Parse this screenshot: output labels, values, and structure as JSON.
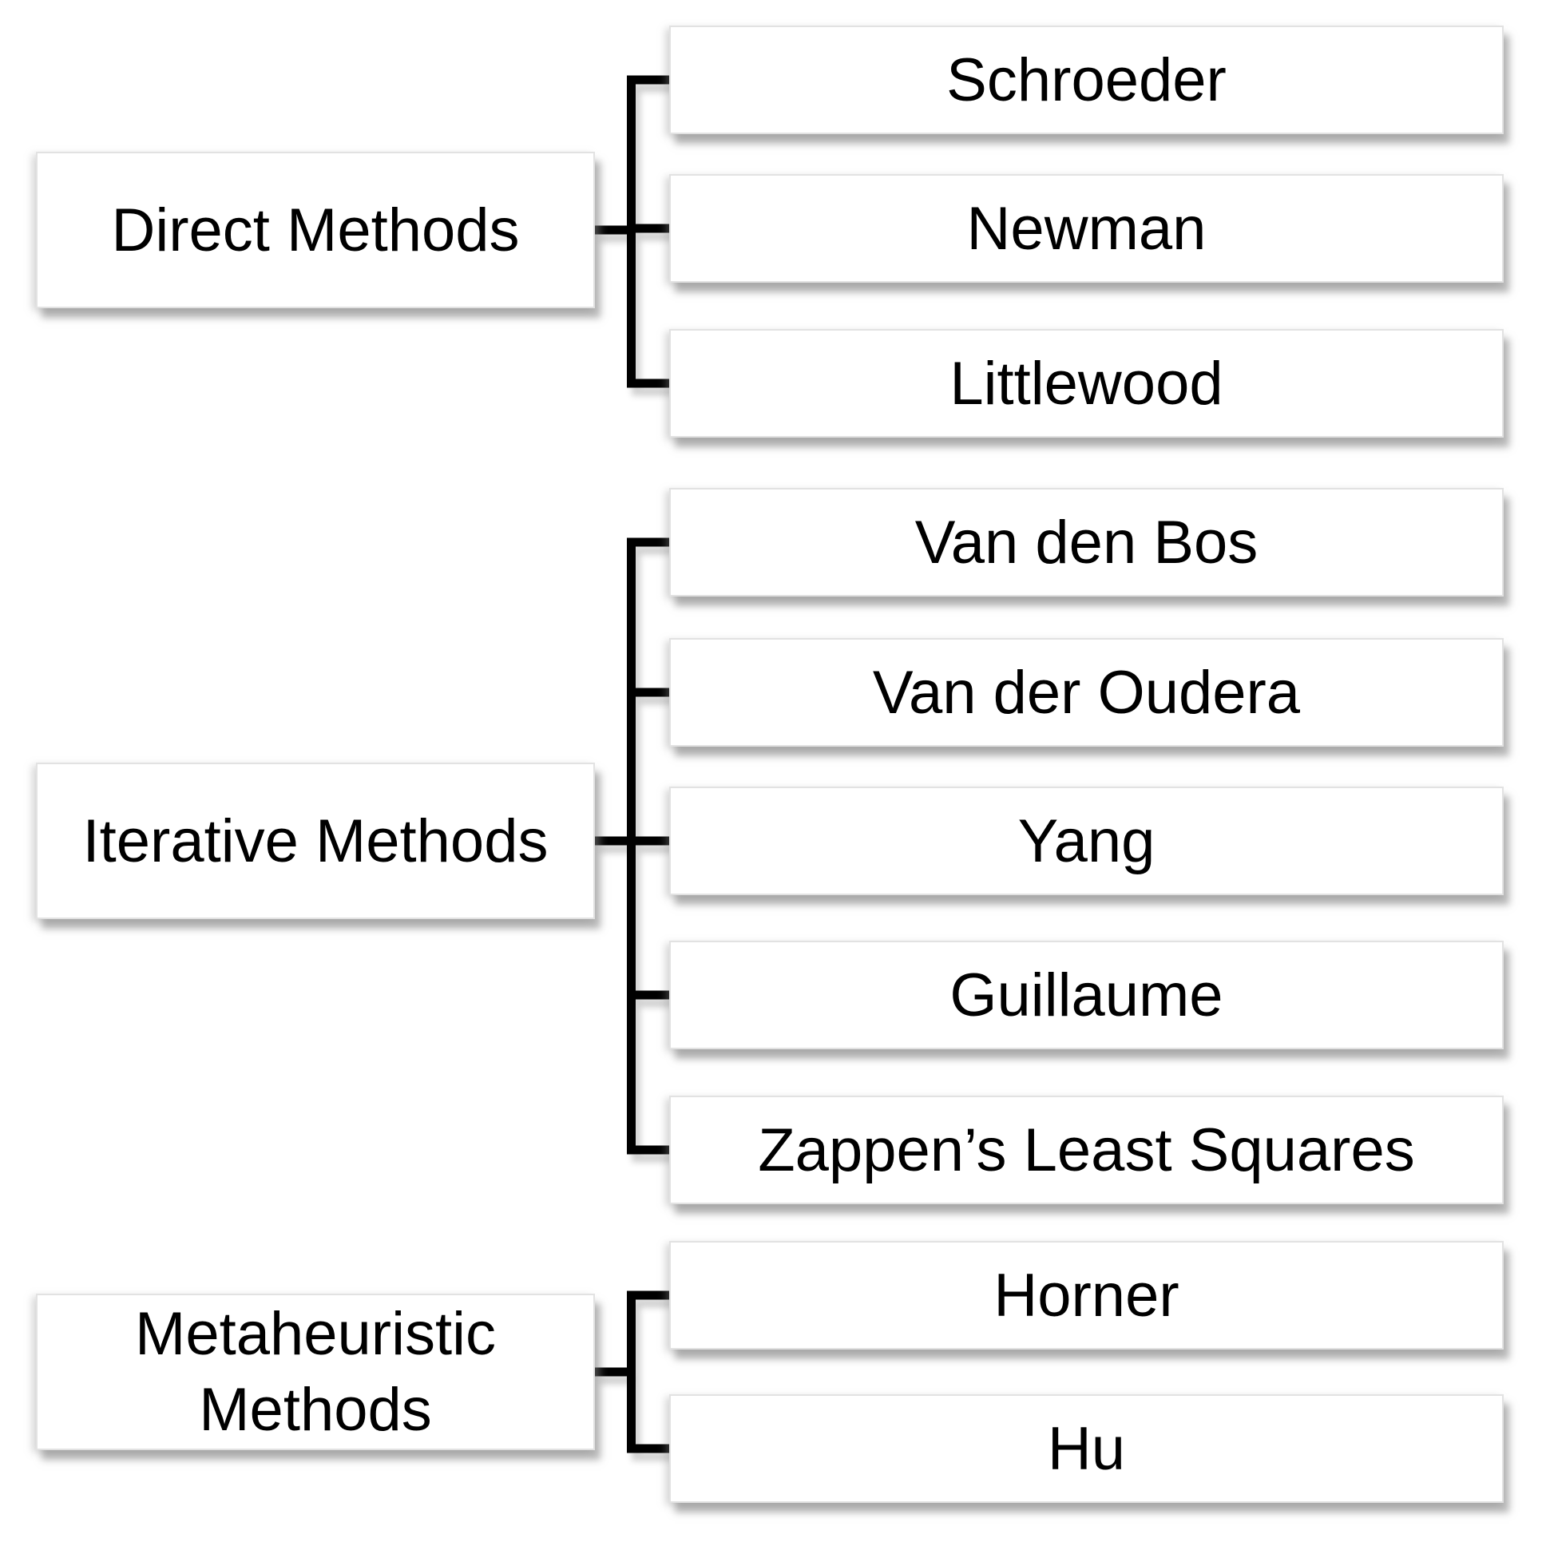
{
  "diagram": {
    "groups": [
      {
        "label": "Direct Methods",
        "children": [
          "Schroeder",
          "Newman",
          "Littlewood"
        ]
      },
      {
        "label": "Iterative Methods",
        "children": [
          "Van den Bos",
          "Van der Oudera",
          "Yang",
          "Guillaume",
          "Zappen’s Least Squares"
        ]
      },
      {
        "label": "Metaheuristic Methods",
        "children": [
          "Horner",
          "Hu"
        ]
      }
    ],
    "colors": {
      "background": "#ffffff",
      "box_background": "#ffffff",
      "box_border": "#e2e2e2",
      "connector": "#000000",
      "shadow": "#a8a8a8",
      "text": "#000000"
    }
  }
}
